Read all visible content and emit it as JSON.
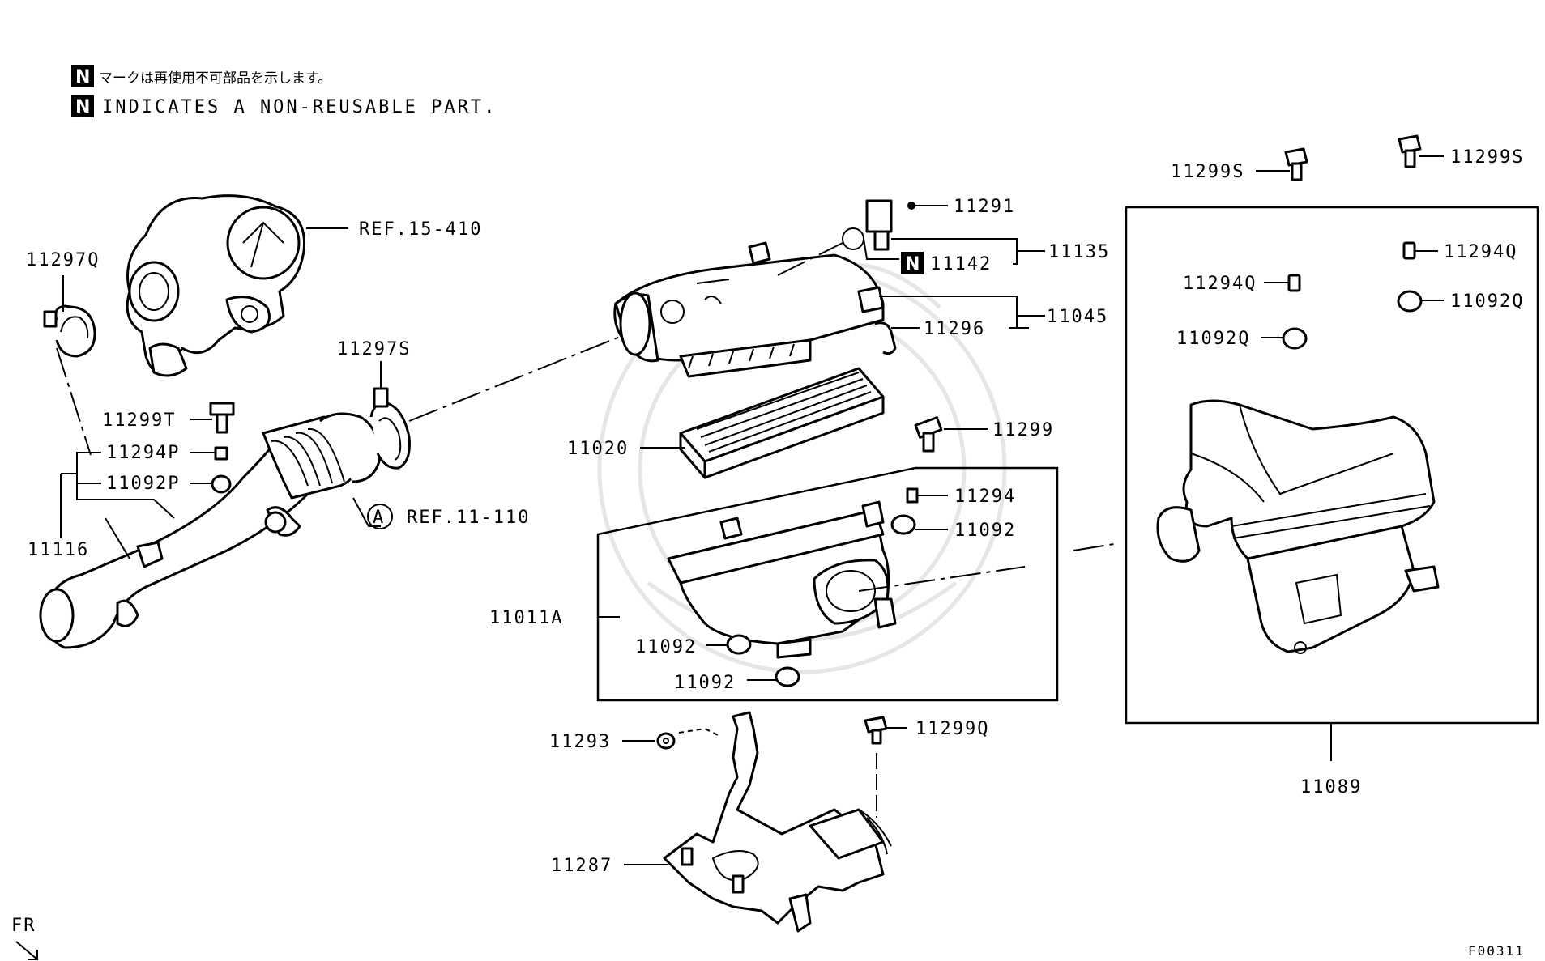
{
  "legend": {
    "badge": "N",
    "note_ja": "マークは再使用不可部品を示します。",
    "note_en": "INDICATES A NON-REUSABLE PART."
  },
  "labels": {
    "p11297Q": "11297Q",
    "ref15410": "REF.15-410",
    "p11297S": "11297S",
    "p11299T": "11299T",
    "p11294P": "11294P",
    "p11092P": "11092P",
    "p11116": "11116",
    "refA": "A",
    "ref11110": "REF.11-110",
    "p11291": "11291",
    "p11142": "11142",
    "p11135": "11135",
    "p11045": "11045",
    "p11296": "11296",
    "p11020": "11020",
    "p11299": "11299",
    "p11294": "11294",
    "p11092a": "11092",
    "p11011A": "11011A",
    "p11092b": "11092",
    "p11092c": "11092",
    "p11293": "11293",
    "p11299Q": "11299Q",
    "p11287": "11287",
    "p11299S_left": "11299S",
    "p11299S_right": "11299S",
    "p11294Q_left": "11294Q",
    "p11294Q_right": "11294Q",
    "p11092Q_left": "11092Q",
    "p11092Q_right": "11092Q",
    "p11089": "11089"
  },
  "front_marker": "FR",
  "figure_id": "F00311"
}
